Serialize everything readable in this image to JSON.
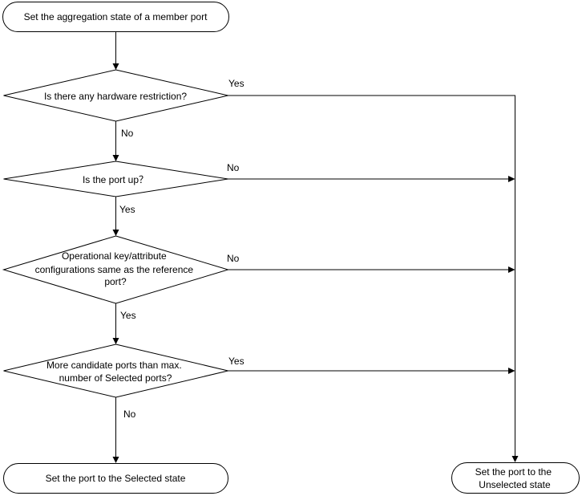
{
  "nodes": {
    "start": "Set the aggregation state of a member port",
    "q_hardware": "Is there any hardware restriction?",
    "q_port_up": "Is the port up？",
    "q_config": [
      "Operational key/attribute",
      "configurations same as the reference",
      "port?"
    ],
    "q_candidates": [
      "More candidate ports than max.",
      "number of Selected ports?"
    ],
    "end_selected": "Set the port to the Selected state",
    "end_unselected": [
      "Set the port to the",
      "Unselected state"
    ]
  },
  "edges": {
    "hardware_yes": "Yes",
    "hardware_no": "No",
    "port_up_no": "No",
    "port_up_yes": "Yes",
    "config_no": "No",
    "config_yes": "Yes",
    "candidates_yes": "Yes",
    "candidates_no": "No"
  }
}
